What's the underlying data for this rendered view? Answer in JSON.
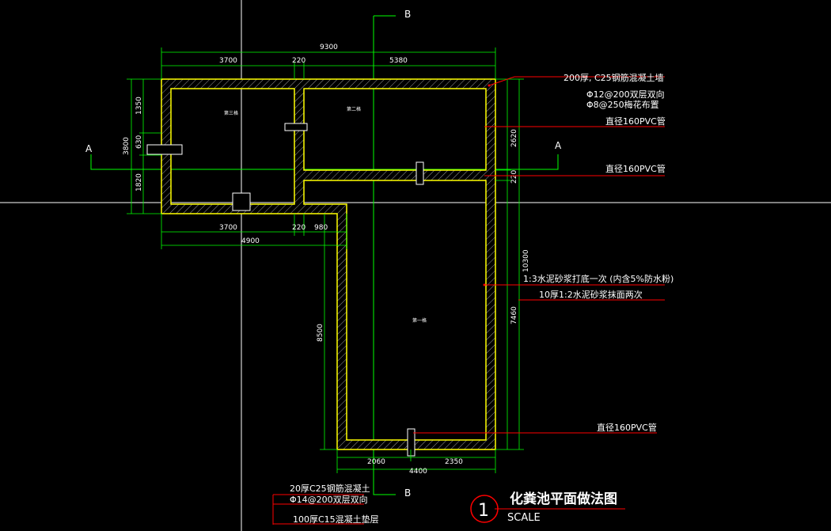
{
  "drawing": {
    "title": "化粪池平面做法图",
    "scale": "SCALE",
    "number": "1"
  },
  "sections": {
    "a_left": "A",
    "a_right": "A",
    "b_top": "B",
    "b_bottom": "B"
  },
  "dimensions": {
    "top_total": "9300",
    "top_left": "3700",
    "top_wall": "220",
    "top_right": "5380",
    "left_total": "3800",
    "left_top": "1350",
    "left_mid": "630",
    "left_bottom": "1820",
    "mid_left": "3700",
    "mid_wall": "220",
    "mid_right": "980",
    "mid_total": "4900",
    "right_top": "2620",
    "right_wall": "220",
    "right_bottom": "7460",
    "right_total": "10300",
    "lower_left": "8500",
    "bottom_left": "2060",
    "bottom_right": "2350",
    "bottom_total": "4400"
  },
  "rooms": {
    "third": "第三格",
    "second": "第二格",
    "first": "第一格"
  },
  "notes": {
    "wall": "200厚, C25钢筋混凝土墙",
    "rebar1": "Φ12@200双层双向",
    "rebar2": "Φ8@250梅花布置",
    "pipe1": "直径160PVC管",
    "pipe2": "直径160PVC管",
    "plaster1": "1:3水泥砂浆打底一次 (内含5%防水粉)",
    "plaster2": "10厚1:2水泥砂浆抹面两次",
    "pipe3": "直径160PVC管",
    "floor1": "20厚C25钢筋混凝土",
    "floor2": "Φ14@200双层双向",
    "floor3": "100厚C15混凝土垫层"
  },
  "colors": {
    "wall_outline": "#ffff00",
    "dimension": "#00ff00",
    "leader": "#ff0000",
    "text": "#ffffff"
  }
}
